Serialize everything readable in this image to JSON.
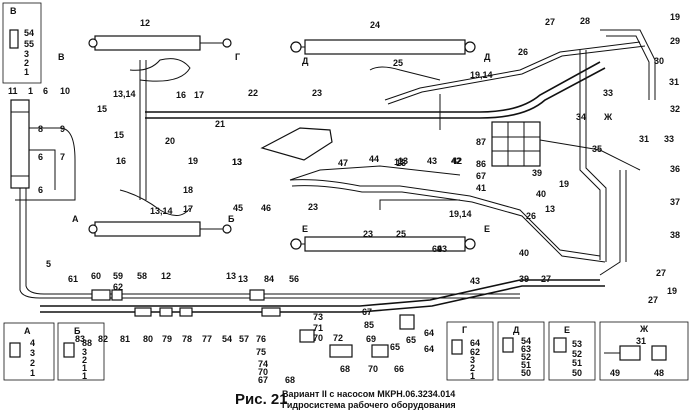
{
  "markers": {
    "m0": "В",
    "m1": "Г",
    "m2": "Д",
    "m3": "Д",
    "m4": "А",
    "m5": "Б",
    "m6": "Е",
    "m7": "Е",
    "m8": "Ж"
  },
  "labels": {
    "l0": "12",
    "l1": "24",
    "l2": "13,14",
    "l3": "16",
    "l4": "17",
    "l5": "15",
    "l6": "22",
    "l7": "21",
    "l8": "15",
    "l9": "20",
    "l10": "19",
    "l11": "13",
    "l12": "16",
    "l13": "18",
    "l14": "13,14",
    "l15": "17",
    "l16": "25",
    "l17": "19,14",
    "l18": "23",
    "l19": "44",
    "l20": "13",
    "l21": "43",
    "l22": "42",
    "l23": "26",
    "l24": "27",
    "l25": "28",
    "l26": "19",
    "l27": "29",
    "l28": "30",
    "l29": "31",
    "l30": "32",
    "l31": "31",
    "l32": "33",
    "l33": "33",
    "l34": "34",
    "l35": "35",
    "l36": "36",
    "l37": "37",
    "l38": "38",
    "l39": "19",
    "l40": "27",
    "l41": "27",
    "l42": "42",
    "l43": "87",
    "l44": "86",
    "l45": "67",
    "l46": "41",
    "l47": "39",
    "l48": "40",
    "l49": "19",
    "l50": "26",
    "l51": "13",
    "l52": "40",
    "l53": "39",
    "l54": "27",
    "l55": "69",
    "l56": "19,14",
    "l57": "47",
    "l58": "13",
    "l59": "45",
    "l60": "46",
    "l61": "23",
    "l62": "23",
    "l63": "25",
    "l64": "13",
    "l65": "13",
    "l66": "11",
    "l67": "1",
    "l68": "6",
    "l69": "10",
    "l70": "8",
    "l71": "9",
    "l72": "6",
    "l73": "7",
    "l74": "6",
    "l75": "5",
    "l76": "61",
    "l77": "60",
    "l78": "59",
    "l79": "58",
    "l80": "62",
    "l81": "12",
    "l82": "13",
    "l83": "84",
    "l84": "56",
    "l85": "13",
    "l86": "83",
    "l87": "82",
    "l88": "81",
    "l89": "80",
    "l90": "79",
    "l91": "78",
    "l92": "77",
    "l93": "54",
    "l94": "57",
    "l95": "76",
    "l96": "75",
    "l97": "74",
    "l98": "70",
    "l99": "67",
    "l100": "68",
    "l101": "73",
    "l102": "71",
    "l103": "70",
    "l104": "72",
    "l105": "68",
    "l106": "69",
    "l107": "70",
    "l108": "65",
    "l109": "66",
    "l110": "67",
    "l111": "85",
    "l112": "64",
    "l113": "64",
    "l114": "65",
    "l115": "43",
    "l116": "43"
  },
  "details": {
    "v": {
      "title": "В",
      "items": [
        "54",
        "55",
        "3",
        "2",
        "1"
      ]
    },
    "a": {
      "title": "А",
      "items": [
        "4",
        "3",
        "2",
        "1"
      ]
    },
    "b": {
      "title": "Б",
      "items": [
        "88",
        "3",
        "2",
        "1",
        "1"
      ]
    },
    "g": {
      "title": "Г",
      "items": [
        "64",
        "62",
        "3",
        "2",
        "1"
      ]
    },
    "d": {
      "title": "Д",
      "items": [
        "54",
        "63",
        "52",
        "51",
        "50"
      ]
    },
    "e": {
      "title": "Е",
      "items": [
        "53",
        "52",
        "51",
        "50"
      ]
    },
    "zh": {
      "title": "Ж",
      "items": [
        "31",
        "49",
        "48"
      ]
    }
  },
  "caption": {
    "figure": "Рис. 21",
    "line1": "Вариант II с насосом МКРН.06.3234.014",
    "line2": "Гидросистема рабочего оборудования"
  }
}
